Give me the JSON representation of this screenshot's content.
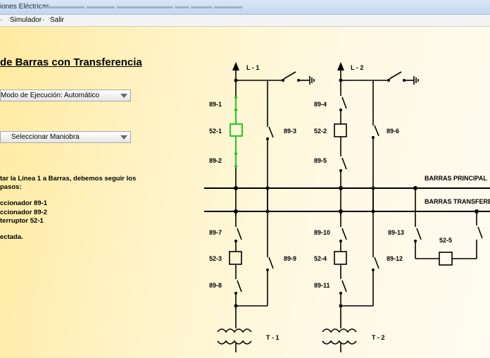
{
  "window": {
    "title": "iones Eléctricas"
  },
  "menu": {
    "items": [
      "Simulador",
      "Salir"
    ]
  },
  "panel": {
    "title": "de Barras con Transferencia",
    "mode_select": "Modo de Ejecución: Automático",
    "maneuver_select": "Seleccionar Maniobra",
    "instructions": [
      "tar la Línea 1 a Barras, debemos seguir los",
      "pasos:",
      "ccionador 89-1",
      "ccionador 89-2",
      "terruptor 52-1",
      "ectada."
    ]
  },
  "diagram": {
    "lines": [
      "L - 1",
      "L - 2"
    ],
    "buses": [
      "BARRAS PRINCIPAL",
      "BARRAS TRANSFERE"
    ],
    "transformers": [
      "T - 1",
      "T - 2"
    ],
    "labels": {
      "s89_1": "89-1",
      "s52_1": "52-1",
      "s89_2": "89-2",
      "s89_3": "89-3",
      "s89_4": "89-4",
      "s52_2": "52-2",
      "s89_5": "89-5",
      "s89_6": "89-6",
      "s89_7": "89-7",
      "s52_3": "52-3",
      "s89_8": "89-8",
      "s89_9": "89-9",
      "s89_10": "89-10",
      "s52_4": "52-4",
      "s89_11": "89-11",
      "s89_12": "89-12",
      "s89_13": "89-13",
      "s52_5": "52-5"
    },
    "colors": {
      "active": "#22cc22",
      "line": "#000000"
    }
  }
}
